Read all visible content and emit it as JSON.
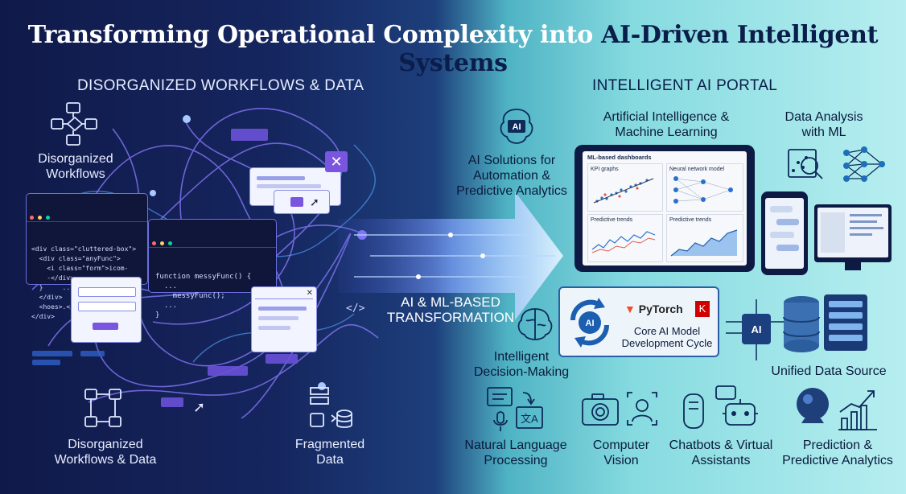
{
  "title": {
    "part1": "Transforming Operational Complexity into ",
    "part2": "AI-Driven Intelligent Systems"
  },
  "left": {
    "heading": "DISORGANIZED WORKFLOWS & DATA",
    "labels": {
      "workflows": "Disorganized Workflows",
      "workflows_data": "Disorganized Workflows & Data",
      "fragmented": "Fragmented Data"
    },
    "code1": [
      "<div class=\"cluttered-box\">",
      "  <div class=\"anyFunc\">",
      "    <i class=\"form\">icom-",
      "    -</div>",
      "  }     ..",
      "  </div>",
      "  <hoes>.</son>",
      "</div>"
    ],
    "code2": [
      "function messyFunc() {",
      "  ...",
      "    messyFunc();",
      "  ...",
      "}"
    ]
  },
  "middle": {
    "transformation": "AI & ML-BASED TRANSFORMATION"
  },
  "right": {
    "heading": "INTELLIGENT AI PORTAL",
    "labels": {
      "ai_ml": "Artificial Intelligence & Machine Learning",
      "data_analysis": "Data Analysis with ML",
      "ai_solutions": "AI Solutions for Automation & Predictive Analytics",
      "decision": "Intelligent Decision-Making",
      "unified": "Unified Data Source",
      "nlp": "Natural Language Processing",
      "cv": "Computer Vision",
      "chatbots": "Chatbots & Virtual Assistants",
      "prediction": "Prediction & Predictive Analytics"
    },
    "dashboard": {
      "title": "ML-based dashboards",
      "kpi": "KPI graphs",
      "nn": "Neural network model",
      "trends1": "Predictive trends",
      "trends2": "Predictive trends"
    },
    "core_cycle": {
      "label": "Core AI Model Development Cycle",
      "pytorch": "PyTorch",
      "keras": "K",
      "ai_badge": "AI"
    }
  }
}
